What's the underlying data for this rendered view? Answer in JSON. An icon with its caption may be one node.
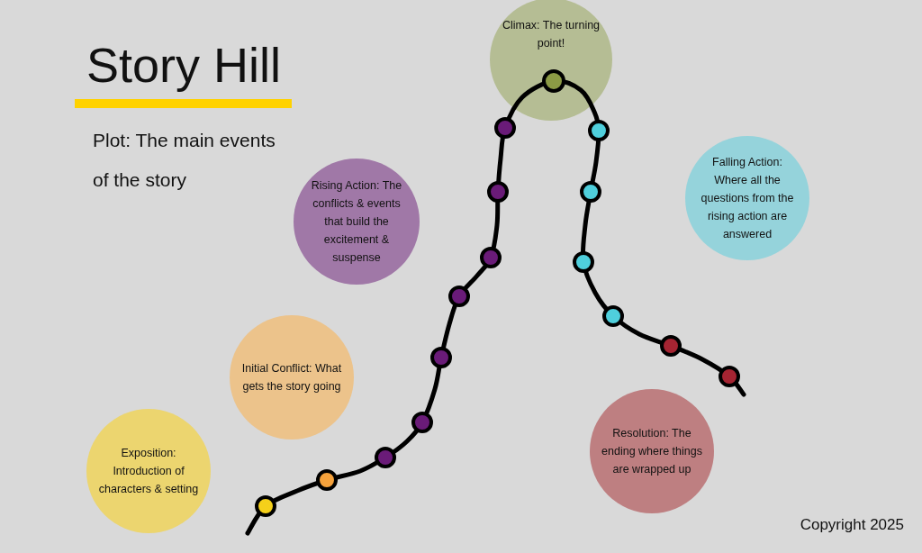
{
  "diagram": {
    "title": "Story Hill",
    "nodes": [
      {
        "text": [
          "Exposition: Introduction of characters & setting"
        ]
      },
      {
        "text": [
          "Initial Conflict: What gets the story going"
        ]
      },
      {
        "text": [
          "Rising Action: The conflicts & events that build the excitement & suspense"
        ]
      },
      {
        "text": [
          "Climax: The turning point!"
        ]
      },
      {
        "text": [
          "Falling Action: Where all the questions from the rising action are answered"
        ]
      },
      {
        "text": [
          "Resolution: The ending where things are wrapped up"
        ]
      }
    ],
    "labels": [
      "Plot: The main events of the story",
      "Copyright 2025"
    ]
  }
}
